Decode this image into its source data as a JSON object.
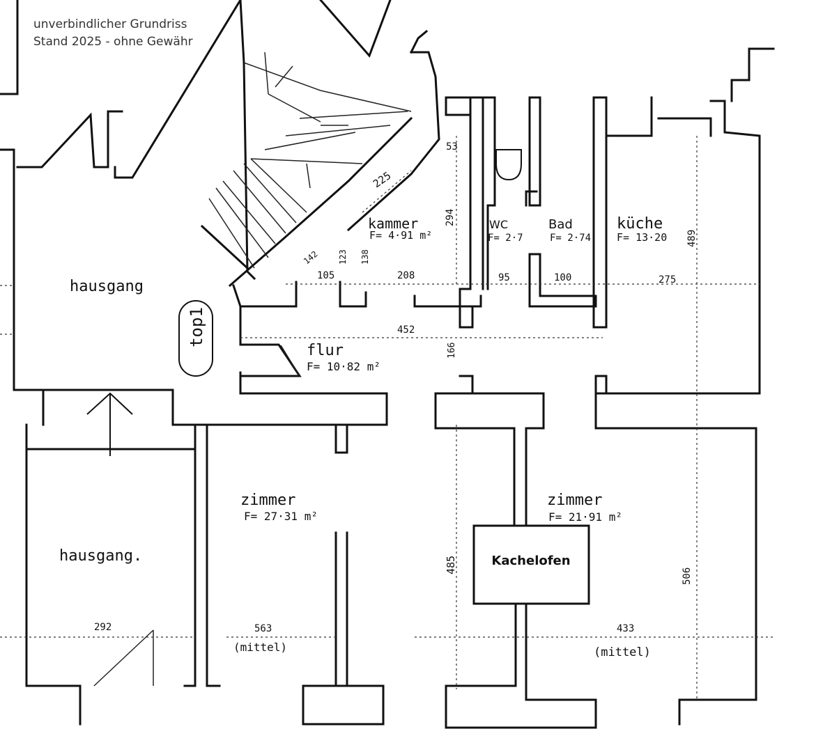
{
  "note": {
    "line1": "unverbindlicher Grundriss",
    "line2": "Stand 2025 - ohne Gewähr"
  },
  "rooms": {
    "hausgang_top": "hausgang",
    "top1": "top1",
    "kammer": "kammer",
    "kammer_area": "F= 4·91 m²",
    "wc": "WC",
    "wc_area": "F= 2·7",
    "bad": "Bad",
    "bad_area": "F= 2·74",
    "kueche": "küche",
    "kueche_area": "F= 13·20",
    "flur": "flur",
    "flur_area": "F= 10·82 m²",
    "zimmer_left": "zimmer",
    "zimmer_left_area": "F= 27·31 m²",
    "zimmer_right": "zimmer",
    "zimmer_right_area": "F= 21·91 m²",
    "hausgang_bottom": "hausgang.",
    "kachelofen": "Kachelofen"
  },
  "dimensions": {
    "d53": "53",
    "d225": "225",
    "d294": "294",
    "d142": "142",
    "d123": "123",
    "d138": "138",
    "d105": "105",
    "d208": "208",
    "d95": "95",
    "d100": "100",
    "d275": "275",
    "d489": "489",
    "d452": "452",
    "d166": "166",
    "d292": "292",
    "d563": "563",
    "d563_note": "(mittel)",
    "d485": "485",
    "d433": "433",
    "d433_note": "(mittel)",
    "d506": "506"
  }
}
